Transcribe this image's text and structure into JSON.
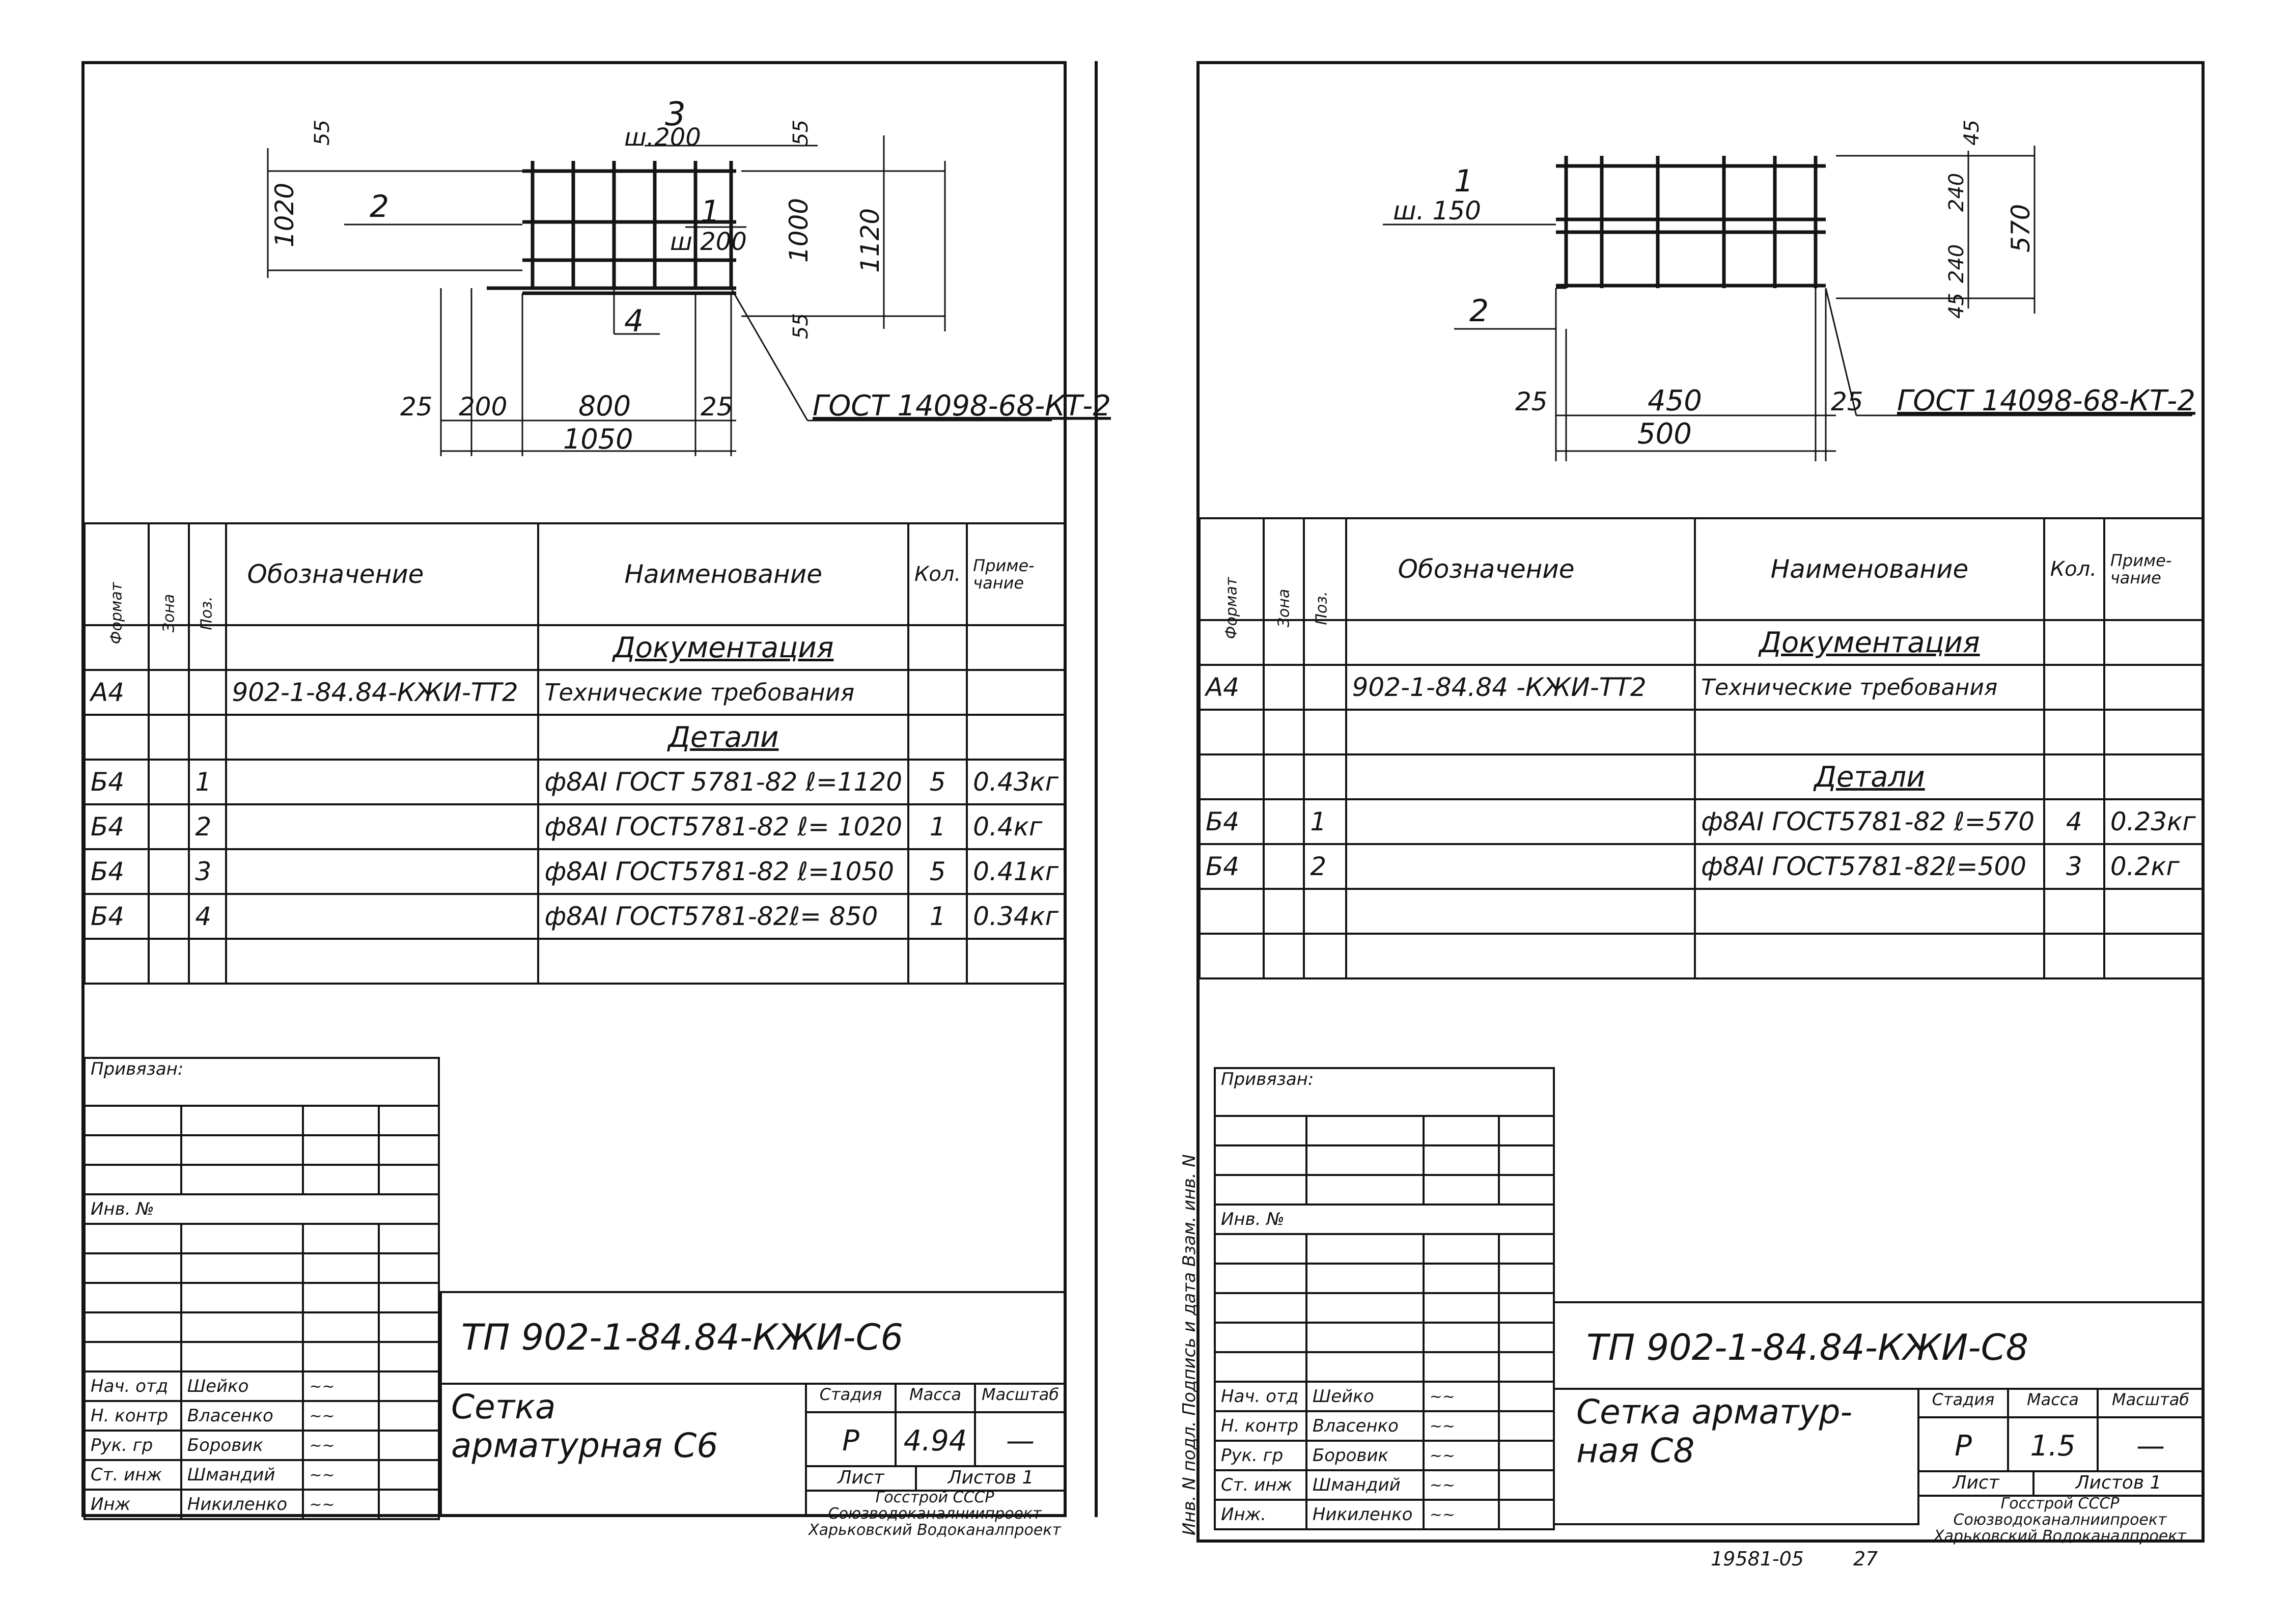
{
  "sheets": [
    {
      "drawing": {
        "labels": {
          "pos3": "3",
          "pitch3": "ш.200",
          "pos1": "1",
          "pitch1": "ш.200",
          "pos2": "2",
          "pos4": "4",
          "dim_55a": "55",
          "dim_55b": "55",
          "dim_55c": "55",
          "dim_1020": "1020",
          "dim_1000": "1000",
          "dim_1120": "1120",
          "dim_25a": "25",
          "dim_200": "200",
          "dim_800": "800",
          "dim_25b": "25",
          "dim_1050": "1050",
          "gost": "ГОСТ 14098-68-КТ-2"
        }
      },
      "spec": {
        "headers": {
          "format": "Формат",
          "zone": "Зона",
          "pos": "Поз.",
          "designation": "Обозначение",
          "name": "Наименование",
          "qty": "Кол.",
          "note": "Приме-чание"
        },
        "section_docs": "Документация",
        "doc_row": {
          "format": "А4",
          "designation": "902-1-84.84-КЖИ-ТТ2",
          "name": "Технические требования"
        },
        "section_parts": "Детали",
        "rows": [
          {
            "format": "Б4",
            "pos": "1",
            "name": "ф8АI ГОСТ 5781-82 ℓ=1120",
            "qty": "5",
            "note": "0.43кг"
          },
          {
            "format": "Б4",
            "pos": "2",
            "name": "ф8АI ГОСТ5781-82 ℓ= 1020",
            "qty": "1",
            "note": "0.4кг"
          },
          {
            "format": "Б4",
            "pos": "3",
            "name": "ф8АI ГОСТ5781-82 ℓ=1050",
            "qty": "5",
            "note": "0.41кг"
          },
          {
            "format": "Б4",
            "pos": "4",
            "name": "ф8АI ГОСТ5781-82ℓ= 850",
            "qty": "1",
            "note": "0.34кг"
          }
        ]
      },
      "titleblock": {
        "privyazan": "Привязан:",
        "inv": "Инв. №",
        "code": "ТП 902-1-84.84-КЖИ-С6",
        "title": "Сетка арматурная С6",
        "stage_h": "Стадия",
        "mass_h": "Масса",
        "scale_h": "Масштаб",
        "stage": "Р",
        "mass": "4.94",
        "scale": "—",
        "sheet_h": "Лист",
        "sheets_h": "Листов 1",
        "org": "Госстрой СССР Союзводоканалниипроект Харьковский Водоканалпроект",
        "staff": [
          {
            "role": "Нач. отд",
            "name": "Шейко"
          },
          {
            "role": "Н. контр",
            "name": "Власенко"
          },
          {
            "role": "Рук. гр",
            "name": "Боровик"
          },
          {
            "role": "Ст. инж",
            "name": "Шмандий"
          },
          {
            "role": "Инж",
            "name": "Никиленко"
          }
        ]
      }
    },
    {
      "drawing": {
        "labels": {
          "pos1": "1",
          "pitch1": "ш. 150",
          "pos2": "2",
          "dim_45a": "45",
          "dim_240a": "240",
          "dim_240b": "240",
          "dim_45b": "45",
          "dim_570": "570",
          "dim_25a": "25",
          "dim_450": "450",
          "dim_25b": "25",
          "dim_500": "500",
          "gost": "ГОСТ 14098-68-КТ-2"
        }
      },
      "spec": {
        "headers": {
          "format": "Формат",
          "zone": "Зона",
          "pos": "Поз.",
          "designation": "Обозначение",
          "name": "Наименование",
          "qty": "Кол.",
          "note": "Приме-чание"
        },
        "section_docs": "Документация",
        "doc_row": {
          "format": "А4",
          "designation": "902-1-84.84 -КЖИ-ТТ2",
          "name": "Технические требования"
        },
        "section_parts": "Детали",
        "rows": [
          {
            "format": "Б4",
            "pos": "1",
            "name": "ф8АI ГОСТ5781-82 ℓ=570",
            "qty": "4",
            "note": "0.23кг"
          },
          {
            "format": "Б4",
            "pos": "2",
            "name": "ф8АI ГОСТ5781-82ℓ=500",
            "qty": "3",
            "note": "0.2кг"
          }
        ]
      },
      "titleblock": {
        "privyazan": "Привязан:",
        "inv": "Инв. №",
        "code": "ТП 902-1-84.84-КЖИ-С8",
        "title": "Сетка арматур-ная С8",
        "stage_h": "Стадия",
        "mass_h": "Масса",
        "scale_h": "Масштаб",
        "stage": "Р",
        "mass": "1.5",
        "scale": "—",
        "sheet_h": "Лист",
        "sheets_h": "Листов 1",
        "org": "Госстрой СССР Союзводоканалниипроект Харьковский Водоканалпроект",
        "staff": [
          {
            "role": "Нач. отд",
            "name": "Шейко"
          },
          {
            "role": "Н. контр",
            "name": "Власенко"
          },
          {
            "role": "Рук. гр",
            "name": "Боровик"
          },
          {
            "role": "Ст. инж",
            "name": "Шмандий"
          },
          {
            "role": "Инж.",
            "name": "Никиленко"
          }
        ],
        "side_info": "Инв. N подл. Подпись и дата Взам. инв. N"
      }
    }
  ],
  "footer": {
    "number": "19581-05",
    "page": "27"
  }
}
